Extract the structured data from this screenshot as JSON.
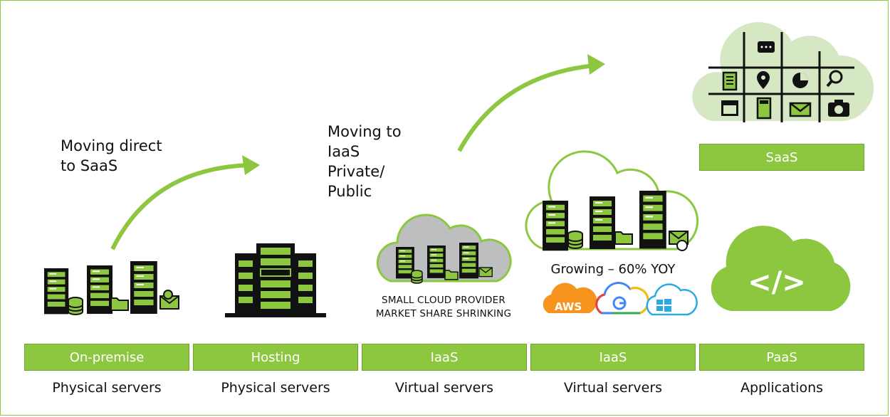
{
  "annotations": {
    "direct_saas": [
      "Moving direct",
      "to SaaS"
    ],
    "iaas": [
      "Moving to",
      "IaaS",
      "Private/",
      "Public"
    ],
    "small_cloud": [
      "SMALL CLOUD PROVIDER",
      "MARKET SHARE SHRINKING"
    ],
    "growing": "Growing – 60% YOY",
    "aws_logo": "AWS"
  },
  "stages": [
    {
      "label": "On-premise",
      "sub": "Physical servers"
    },
    {
      "label": "Hosting",
      "sub": "Physical servers"
    },
    {
      "label": "IaaS",
      "sub": "Virtual servers"
    },
    {
      "label": "IaaS",
      "sub": "Virtual servers"
    },
    {
      "label": "PaaS",
      "sub": "Applications"
    }
  ],
  "saas": {
    "label": "SaaS"
  },
  "paas_icon_text": "</>",
  "colors": {
    "accent": "#8dc63f",
    "dark": "#111111",
    "pale": "#d6e8c3",
    "gray": "#bcbec0"
  }
}
